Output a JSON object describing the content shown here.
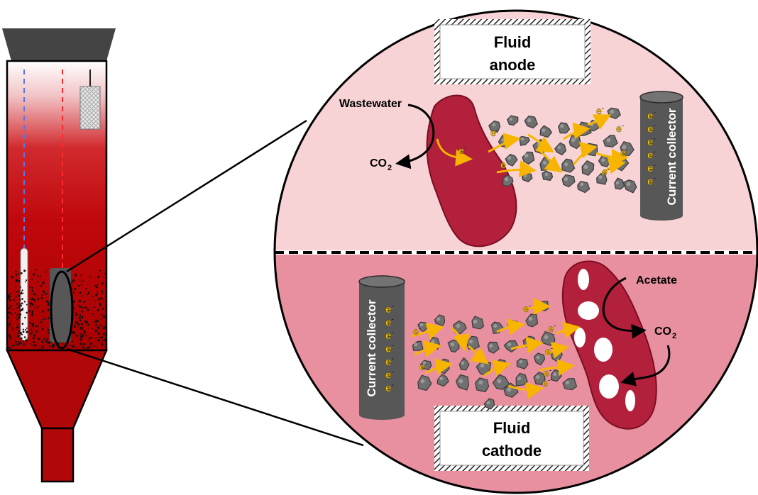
{
  "labels": {
    "wastewater": "Wastewater",
    "co2_main": "CO",
    "co2_sub": "2",
    "acetate": "Acetate",
    "current_collector": "Current collector",
    "electron": "e",
    "electron_sup": "-",
    "anode_box_line1": "Fluid",
    "anode_box_line2": "anode",
    "cathode_box_line1": "Fluid",
    "cathode_box_line2": "cathode"
  },
  "colors": {
    "reactor_red": "#b00808",
    "anode_bg": "#f8d3d6",
    "cathode_bg": "#e8909f",
    "microbe": "#b2203c",
    "collector": "#575757",
    "electron_text": "#f2c200",
    "arrow": "#f7b500",
    "granule": "#707070"
  },
  "icons": {
    "reactor": "reactor-column-icon",
    "microbe": "bacterium-icon",
    "collector": "cylinder-electrode-icon",
    "granule": "particle-icon"
  }
}
